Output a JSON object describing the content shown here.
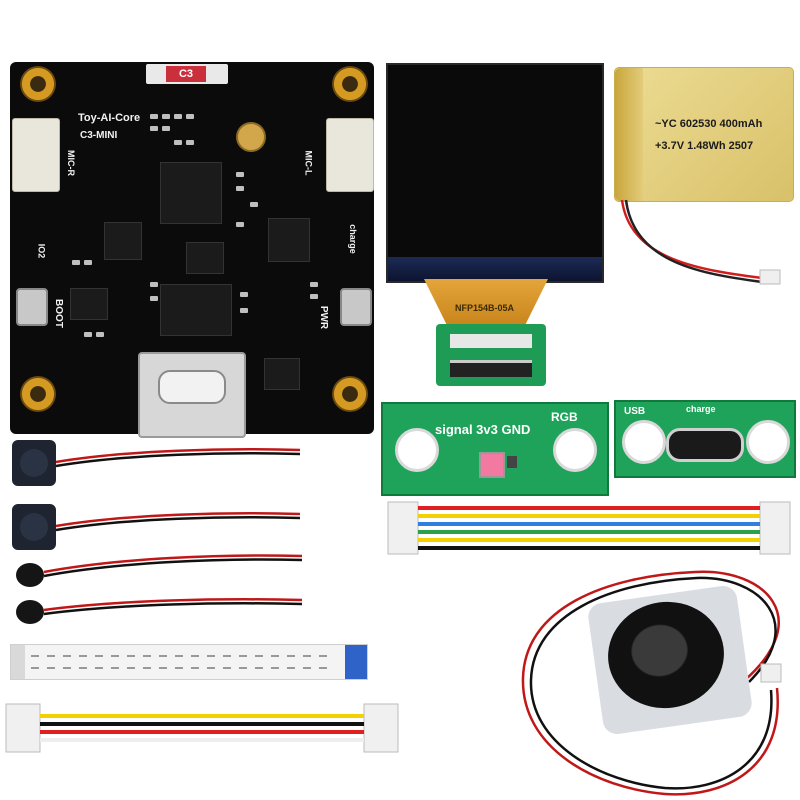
{
  "board": {
    "title_line1": "Toy-AI-Core",
    "title_line2": "C3-MINI",
    "chip_badge": "C3",
    "label_mic_r": "MIC-R",
    "label_mic_l": "MIC-L",
    "label_io2": "IO2",
    "label_boot": "BOOT",
    "label_pwr": "PWR",
    "label_charge": "charge"
  },
  "display": {
    "fpc_marking": "NFP154B-05A"
  },
  "battery": {
    "line1": "~YC 602530 400mAh",
    "line2": "+3.7V 1.48Wh 2507"
  },
  "rgb_board": {
    "title": "RGB",
    "pins": "signal 3v3 GND"
  },
  "usb_board": {
    "label_usb": "USB",
    "label_charge": "charge"
  },
  "colors": {
    "pcb_black": "#0b0b0b",
    "pcb_green": "#1fa35a",
    "gold_pad": "#d49a22",
    "battery": "#e6d488",
    "lcd_bezel": "#1c2a55"
  }
}
